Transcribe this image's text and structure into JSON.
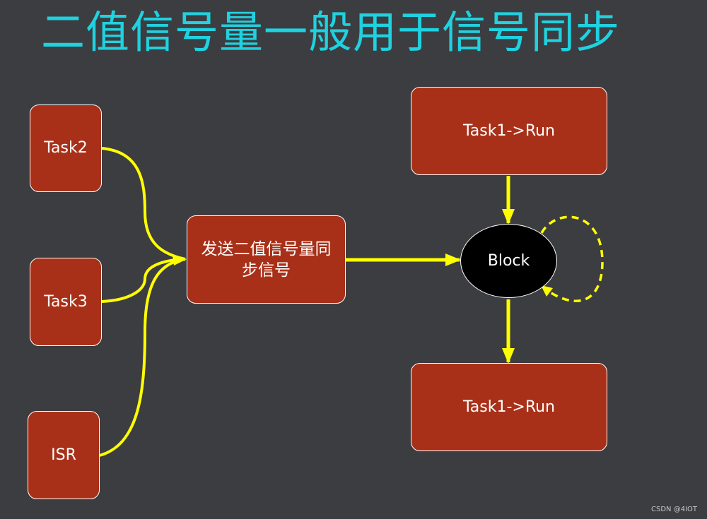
{
  "title": "二值信号量一般用于信号同步",
  "nodes": {
    "task2": "Task2",
    "task3": "Task3",
    "isr": "ISR",
    "sender": "发送二值信号量同步信号",
    "task1_run_top": "Task1->Run",
    "block": "Block",
    "task1_run_bottom": "Task1->Run"
  },
  "watermark": "CSDN @4IOT",
  "colors": {
    "background": "#3c3d41",
    "title": "#1fd2e0",
    "node_fill": "#a83018",
    "arrow": "#ffff00",
    "block_fill": "#000000"
  }
}
